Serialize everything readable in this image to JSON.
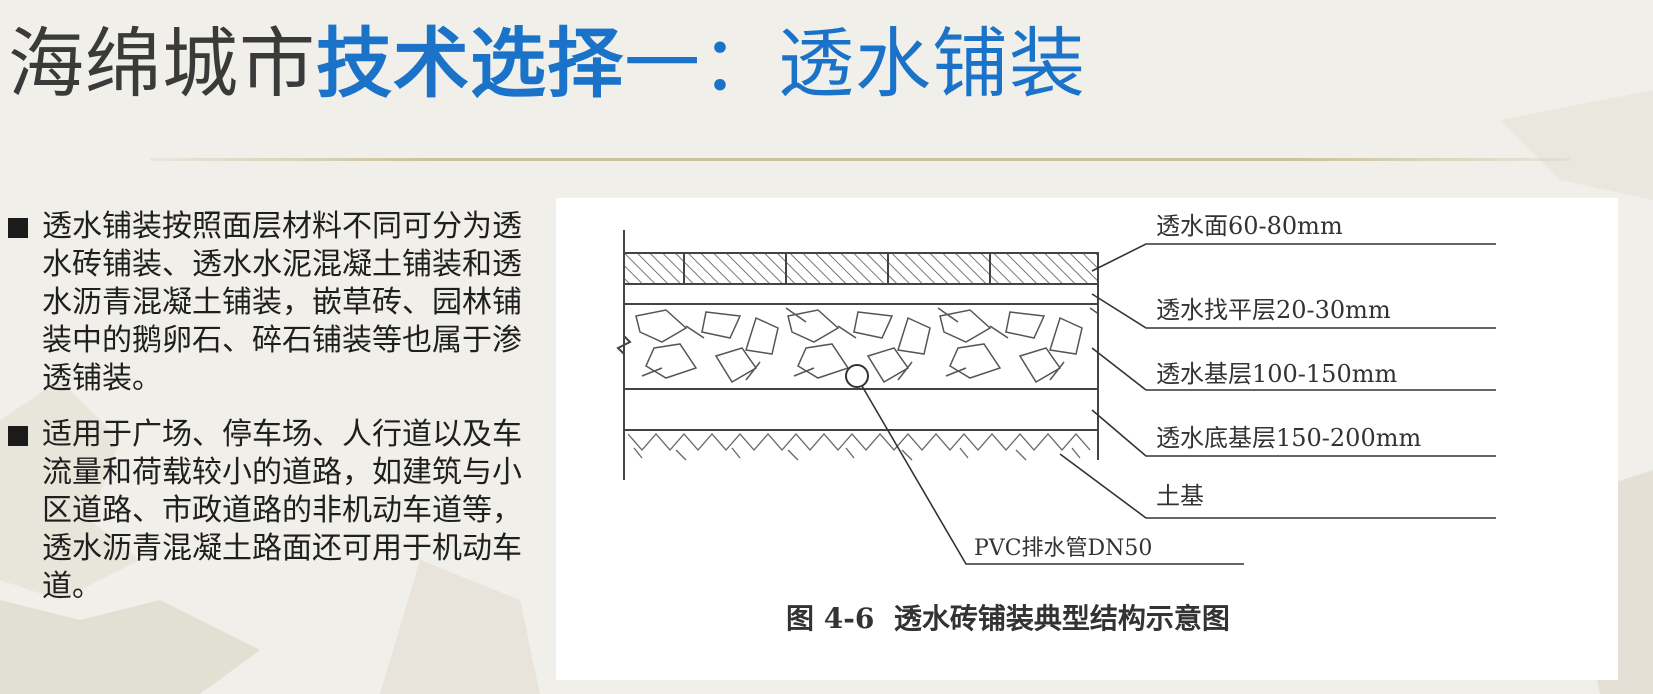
{
  "slide": {
    "title_plain": "海绵城市",
    "title_bold": "技术选择",
    "title_rest": "一：透水铺装"
  },
  "bullets": [
    "透水铺装按照面层材料不同可分为透水砖铺装、透水水泥混凝土铺装和透水沥青混凝土铺装，嵌草砖、园林铺装中的鹅卵石、碎石铺装等也属于渗透铺装。",
    "适用于广场、停车场、人行道以及车流量和荷载较小的道路，如建筑与小区道路、市政道路的非机动车道等，透水沥青混凝土路面还可用于机动车道。"
  ],
  "figure": {
    "labels": {
      "surface": "透水面60-80mm",
      "leveling": "透水找平层20-30mm",
      "base": "透水基层100-150mm",
      "subbase": "透水底基层150-200mm",
      "soil": "土基",
      "pipe": "PVC排水管DN50"
    },
    "caption": "图 4-6  透水砖铺装典型结构示意图"
  }
}
